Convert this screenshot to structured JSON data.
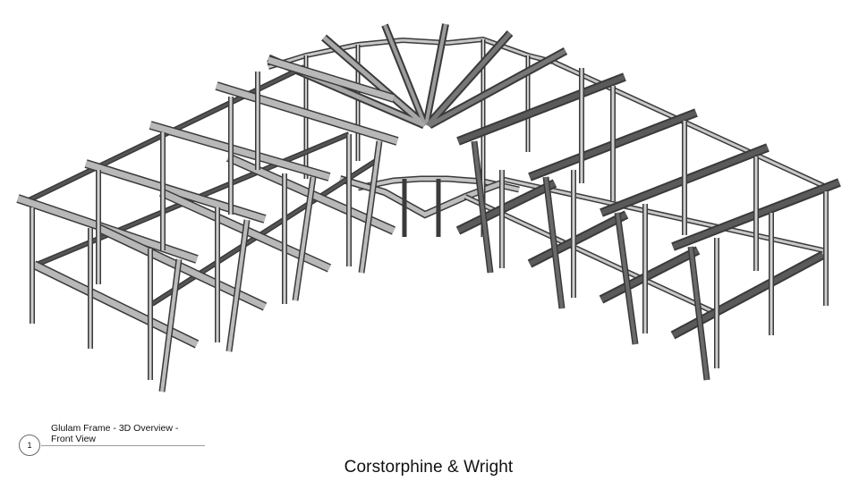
{
  "drawing": {
    "subject": "Glulam timber frame, 3D isometric view",
    "view_tag": {
      "number": "1"
    },
    "view_title": {
      "line1": "Glulam Frame - 3D Overview -",
      "line2": "Front View"
    },
    "brand": "Corstorphine & Wright",
    "colors": {
      "background": "#ffffff",
      "beam_fill": "#b4b4b4",
      "beam_edge": "#3a3a3a",
      "text": "#111111"
    }
  }
}
